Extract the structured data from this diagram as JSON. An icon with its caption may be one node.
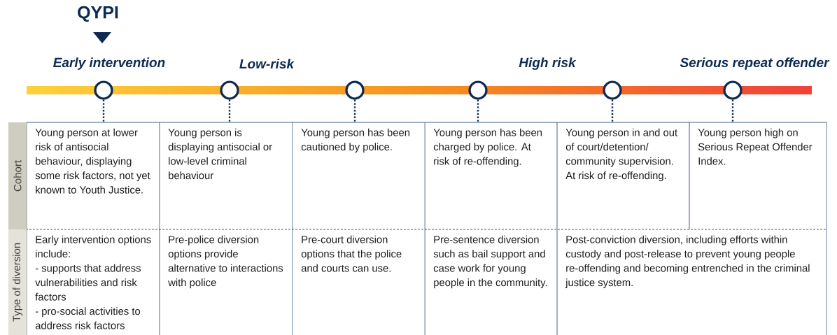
{
  "diagram": {
    "nodes": [
      {
        "text": [],
        "shape": "circle"
      },
      {
        "text": [],
        "shape": "circle"
      },
      {
        "text": [],
        "shape": "circle"
      },
      {
        "text": [],
        "shape": "circle"
      },
      {
        "text": [],
        "shape": "circle"
      },
      {
        "text": [],
        "shape": "circle"
      },
      {
        "text": [
          "Cohort"
        ]
      },
      {
        "text": [
          "Young person at lower risk of antisocial behaviour, displaying some risk factors, not yet known to Youth Justice."
        ]
      },
      {
        "text": [
          "Young person is displaying antisocial or low-level criminal behaviour"
        ]
      },
      {
        "text": [
          "Young person has been cautioned by police."
        ]
      },
      {
        "text": [
          "Young person has been charged by police. At risk of re-offending."
        ]
      },
      {
        "text": [
          "Young person in and out of court/detention/ community supervision. At risk of re-offending."
        ]
      },
      {
        "text": [
          "Young person high on Serious Repeat Offender Index."
        ]
      },
      {
        "text": [
          "Type of diversion"
        ]
      },
      {
        "text": [
          "Early intervention options include:",
          "-  supports that address vulnerabilities and risk factors",
          "- pro-social activities to address risk factors"
        ]
      },
      {
        "text": [
          "Pre-police diversion options provide alternative to interactions with police"
        ]
      },
      {
        "text": [
          "Pre-court diversion options that the police and courts can use."
        ]
      },
      {
        "text": [
          "Pre-sentence diversion such as bail support and case work for young people in the community."
        ]
      },
      {
        "text": [
          "Post-conviction diversion, including efforts within custody and post-release to prevent young people re-offending and becoming entrenched in the criminal justice system."
        ]
      }
    ],
    "edges": [
      {
        "from": 0,
        "to": 7,
        "arrow": "none"
      },
      {
        "from": 1,
        "to": 8,
        "arrow": "none"
      },
      {
        "from": 2,
        "to": 9,
        "arrow": "none"
      },
      {
        "from": 3,
        "to": 10,
        "arrow": "none"
      },
      {
        "from": 4,
        "to": 11,
        "arrow": "none"
      },
      {
        "from": 5,
        "to": 12,
        "arrow": "none"
      }
    ],
    "labels": [
      "QYPI",
      "Early intervention",
      "Low-risk",
      "High risk",
      "Serious repeat offender"
    ]
  }
}
